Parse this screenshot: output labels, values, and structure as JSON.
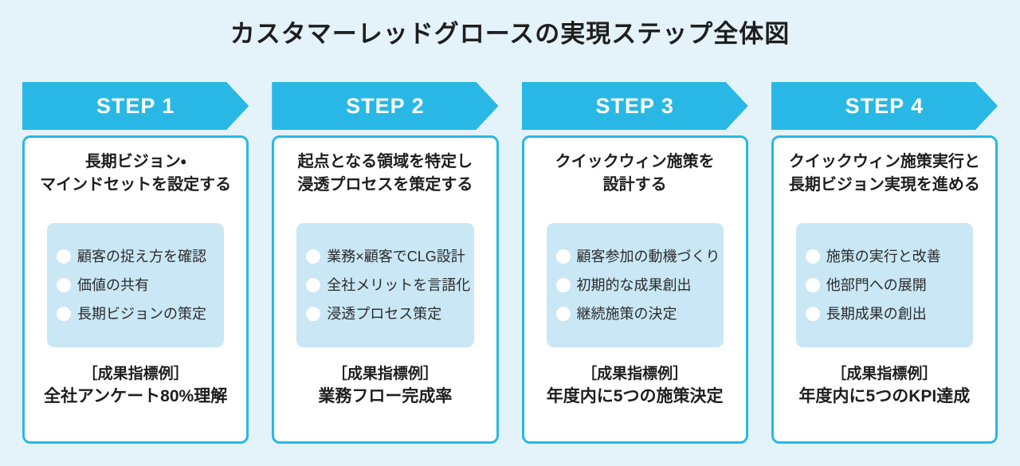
{
  "page": {
    "title": "カスタマーレッドグロースの実現ステップ全体図"
  },
  "colors": {
    "background": "#E4F3FA",
    "accent": "#29B8E5",
    "panel": "#C9E7F5",
    "text": "#1E1E1E",
    "step_label_text": "#FFFFFF"
  },
  "steps": [
    {
      "label": "STEP 1",
      "title": "長期ビジョン・\nマインドセットを設定する",
      "items": [
        "顧客の捉え方を確認",
        "価値の共有",
        "長期ビジョンの策定"
      ],
      "metric_label": "［成果指標例］",
      "metric": "全社アンケート80%理解"
    },
    {
      "label": "STEP 2",
      "title": "起点となる領域を特定し\n浸透プロセスを策定する",
      "items": [
        "業務×顧客でCLG設計",
        "全社メリットを言語化",
        "浸透プロセス策定"
      ],
      "metric_label": "［成果指標例］",
      "metric": "業務フロー完成率"
    },
    {
      "label": "STEP 3",
      "title": "クイックウィン施策を\n設計する",
      "items": [
        "顧客参加の動機づくり",
        "初期的な成果創出",
        "継続施策の決定"
      ],
      "metric_label": "［成果指標例］",
      "metric": "年度内に5つの施策決定"
    },
    {
      "label": "STEP 4",
      "title": "クイックウィン施策実行と\n長期ビジョン実現を進める",
      "items": [
        "施策の実行と改善",
        "他部門への展開",
        "長期成果の創出"
      ],
      "metric_label": "［成果指標例］",
      "metric": "年度内に5つのKPI達成"
    }
  ]
}
